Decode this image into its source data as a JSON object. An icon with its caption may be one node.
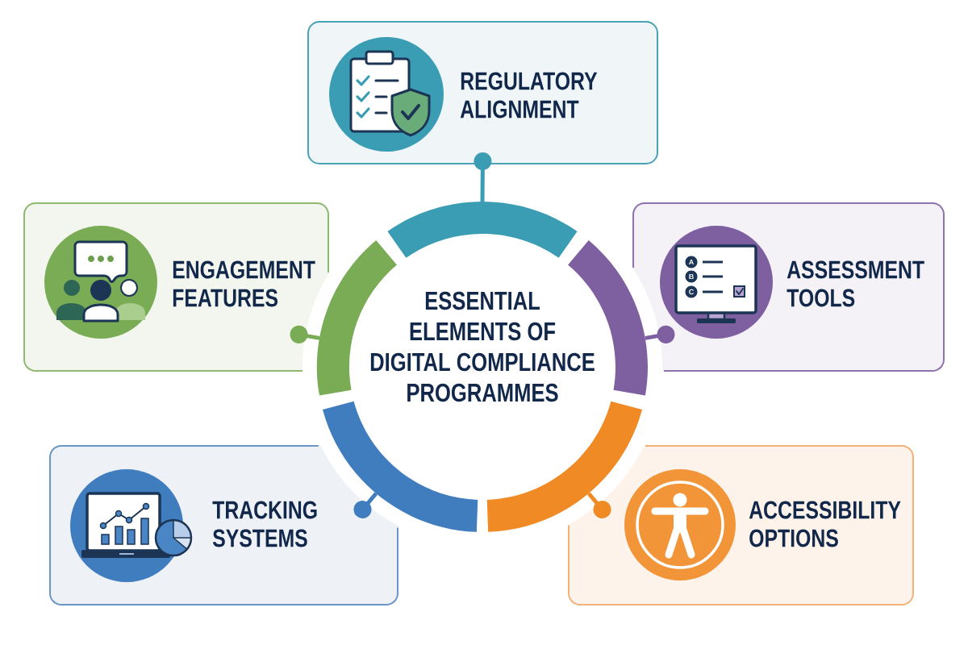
{
  "diagram": {
    "nodes": [
      {
        "text": [
          "ESSENTIAL ELEMENTS OF DIGITAL COMPLIANCE PROGRAMMES"
        ]
      },
      {
        "text": [
          "REGULATORY ALIGNMENT"
        ]
      },
      {
        "text": [
          "ENGAGEMENT FEATURES"
        ]
      },
      {
        "text": [
          "ASSESSMENT TOOLS"
        ]
      },
      {
        "text": [
          "TRACKING SYSTEMS"
        ]
      },
      {
        "text": [
          "ACCESSIBILITY OPTIONS"
        ]
      }
    ],
    "edges": [
      {
        "from": 0,
        "to": 1,
        "arrow": "other",
        "color": "#3a9db3"
      },
      {
        "from": 0,
        "to": 2,
        "arrow": "other",
        "color": "#7aab55"
      },
      {
        "from": 0,
        "to": 3,
        "arrow": "other",
        "color": "#7e5fa0"
      },
      {
        "from": 0,
        "to": 4,
        "arrow": "other",
        "color": "#3f7dbf"
      },
      {
        "from": 0,
        "to": 5,
        "arrow": "other",
        "color": "#f08a24"
      }
    ],
    "labels": [
      "A",
      "B",
      "C"
    ]
  }
}
